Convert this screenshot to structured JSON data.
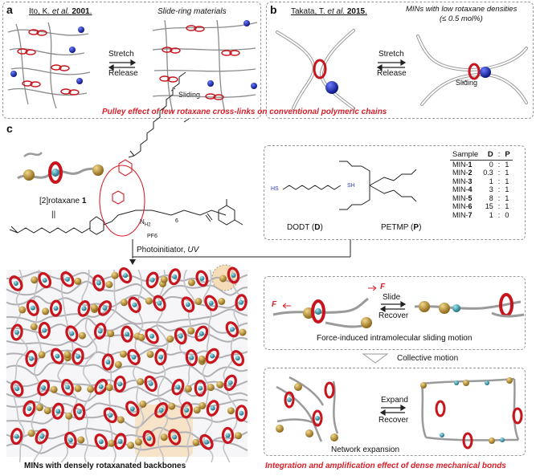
{
  "panel_a": {
    "label": "a",
    "ref_author": "Ito, K. ",
    "ref_etal": "et al.",
    "ref_year": "2001",
    "title": "Slide-ring materials",
    "arrow_top": "Stretch",
    "arrow_bottom": "Release",
    "sliding": "Sliding"
  },
  "panel_b": {
    "label": "b",
    "ref_author": "Takata, T. ",
    "ref_etal": "et al.",
    "ref_year": "2015",
    "title_line1": "MINs with low rotaxane densities",
    "title_line2": "(≤ 0.5 mol%)",
    "arrow_top": "Stretch",
    "arrow_bottom": "Release",
    "sliding": "Sliding"
  },
  "banner_ab": "Pulley effect of few rotaxane cross-links on conventional polymeric chains",
  "panel_c": {
    "label": "c",
    "rotaxane_label": "[2]rotaxane",
    "rotaxane_num": "1",
    "equiv": "||",
    "h2": "H2",
    "pf6": "PF6",
    "n_sub": "6",
    "photoinitiator": "Photoinitiator, ",
    "uv": "UV",
    "dodt": "DODT (",
    "dodt_letter": "D",
    "petmp": "PETMP (",
    "petmp_letter": "P",
    "close_paren": ")",
    "sh": "SH",
    "hs": "HS"
  },
  "table": {
    "headers": [
      "Sample",
      "D",
      ":",
      "P"
    ],
    "rows": [
      {
        "name": "MIN-",
        "num": "1",
        "d": "0",
        "p": "1"
      },
      {
        "name": "MIN-",
        "num": "2",
        "d": "0.3",
        "p": "1"
      },
      {
        "name": "MIN-",
        "num": "3",
        "d": "1",
        "p": "1"
      },
      {
        "name": "MIN-",
        "num": "4",
        "d": "3",
        "p": "1"
      },
      {
        "name": "MIN-",
        "num": "5",
        "d": "8",
        "p": "1"
      },
      {
        "name": "MIN-",
        "num": "6",
        "d": "15",
        "p": "1"
      },
      {
        "name": "MIN-",
        "num": "7",
        "d": "1",
        "p": "0"
      }
    ]
  },
  "slide_box": {
    "f_left": "F",
    "f_right": "F",
    "arrow_top": "Slide",
    "arrow_bottom": "Recover",
    "caption": "Force-induced intramolecular sliding motion"
  },
  "collective": "Collective motion",
  "expand_box": {
    "arrow_top": "Expand",
    "arrow_bottom": "Recover",
    "caption": "Network expansion"
  },
  "bottom_left": "MINs with densely rotaxanated backbones",
  "bottom_right": "Integration and amplification effect of dense mechanical bonds",
  "colors": {
    "accent_red": "#d6202a",
    "ring_red": "#c8141c",
    "bead_gold": "#c9a03a",
    "bead_blue": "#1e2fb0",
    "bead_teal": "#2fa6b8"
  }
}
